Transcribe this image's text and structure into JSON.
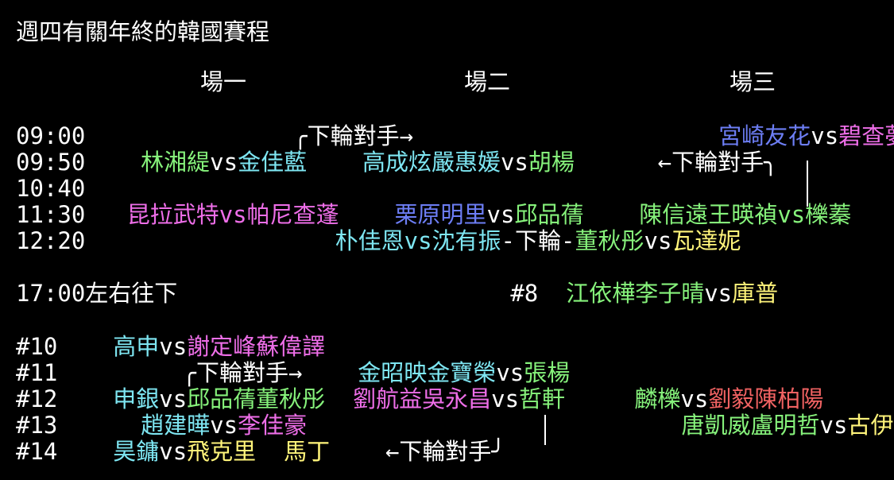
{
  "colors": {
    "white": "#ffffff",
    "green": "#86f27b",
    "cyan": "#7ee6f2",
    "blue": "#6d7ef5",
    "magenta": "#ee6ee8",
    "yellow": "#fff47a",
    "red": "#f06262"
  },
  "title": "週四有關年終的韓國賽程",
  "headers": [
    "場一",
    "場二",
    "場三"
  ],
  "lines": [
    {
      "segs": [
        {
          "t": "09:00",
          "c": "white"
        },
        {
          "t": "               ",
          "c": "white"
        },
        {
          "t": "╭下輪對手→",
          "c": "white"
        },
        {
          "t": "                      ",
          "c": "white"
        },
        {
          "t": "宮崎友花",
          "c": "blue"
        },
        {
          "t": "vs",
          "c": "white"
        },
        {
          "t": "碧查夢",
          "c": "magenta"
        }
      ]
    },
    {
      "segs": [
        {
          "t": "09:50",
          "c": "white"
        },
        {
          "t": "    ",
          "c": "white"
        },
        {
          "t": "林湘緹",
          "c": "green"
        },
        {
          "t": "vs",
          "c": "white"
        },
        {
          "t": "金佳藍",
          "c": "cyan"
        },
        {
          "t": "    ",
          "c": "white"
        },
        {
          "t": "高成炫嚴惠媛",
          "c": "cyan"
        },
        {
          "t": "vs",
          "c": "white"
        },
        {
          "t": "胡楊",
          "c": "green"
        },
        {
          "t": "      ",
          "c": "white"
        },
        {
          "t": "←下輪對手╮",
          "c": "white"
        }
      ]
    },
    {
      "segs": [
        {
          "t": "10:40",
          "c": "white"
        }
      ]
    },
    {
      "segs": [
        {
          "t": "11:30",
          "c": "white"
        },
        {
          "t": "   ",
          "c": "white"
        },
        {
          "t": "昆拉武特",
          "c": "magenta"
        },
        {
          "t": "vs",
          "c": "magenta"
        },
        {
          "t": "帕尼查蓬",
          "c": "magenta"
        },
        {
          "t": "    ",
          "c": "white"
        },
        {
          "t": "栗原明里",
          "c": "blue"
        },
        {
          "t": "vs",
          "c": "white"
        },
        {
          "t": "邱品蒨",
          "c": "green"
        },
        {
          "t": "    ",
          "c": "white"
        },
        {
          "t": "陳信遠王暎禎",
          "c": "green"
        },
        {
          "t": "vs",
          "c": "green"
        },
        {
          "t": "櫟蓁",
          "c": "green"
        }
      ]
    },
    {
      "segs": [
        {
          "t": "12:20",
          "c": "white"
        },
        {
          "t": "                  ",
          "c": "white"
        },
        {
          "t": "朴佳恩",
          "c": "cyan"
        },
        {
          "t": "vs",
          "c": "cyan"
        },
        {
          "t": "沈有振",
          "c": "cyan"
        },
        {
          "t": "-下輪-",
          "c": "white"
        },
        {
          "t": "董秋彤",
          "c": "green"
        },
        {
          "t": "vs",
          "c": "white"
        },
        {
          "t": "瓦達妮",
          "c": "yellow"
        }
      ]
    },
    {
      "segs": [
        {
          "t": "",
          "c": "white"
        }
      ]
    },
    {
      "segs": [
        {
          "t": "17:00左右往下",
          "c": "white"
        },
        {
          "t": "                        ",
          "c": "white"
        },
        {
          "t": "#8",
          "c": "white"
        },
        {
          "t": "  ",
          "c": "white"
        },
        {
          "t": "江依樺李子晴",
          "c": "green"
        },
        {
          "t": "vs",
          "c": "white"
        },
        {
          "t": "庫普",
          "c": "yellow"
        }
      ]
    },
    {
      "segs": [
        {
          "t": "",
          "c": "white"
        }
      ]
    },
    {
      "segs": [
        {
          "t": "#10",
          "c": "white"
        },
        {
          "t": "    ",
          "c": "white"
        },
        {
          "t": "高申",
          "c": "cyan"
        },
        {
          "t": "vs",
          "c": "white"
        },
        {
          "t": "謝定峰蘇偉譯",
          "c": "magenta"
        }
      ]
    },
    {
      "segs": [
        {
          "t": "#11",
          "c": "white"
        },
        {
          "t": "         ",
          "c": "white"
        },
        {
          "t": "╭下輪對手→",
          "c": "white"
        },
        {
          "t": "    ",
          "c": "white"
        },
        {
          "t": "金昭映金寶榮",
          "c": "cyan"
        },
        {
          "t": "vs",
          "c": "white"
        },
        {
          "t": "張楊",
          "c": "green"
        }
      ]
    },
    {
      "segs": [
        {
          "t": "#12",
          "c": "white"
        },
        {
          "t": "    ",
          "c": "white"
        },
        {
          "t": "申銀",
          "c": "cyan"
        },
        {
          "t": "vs",
          "c": "white"
        },
        {
          "t": "邱品蒨董秋彤",
          "c": "green"
        },
        {
          "t": "  ",
          "c": "white"
        },
        {
          "t": "劉航益吳永昌",
          "c": "magenta"
        },
        {
          "t": "vs",
          "c": "white"
        },
        {
          "t": "哲軒",
          "c": "green"
        },
        {
          "t": "     ",
          "c": "white"
        },
        {
          "t": "麟櫟",
          "c": "green"
        },
        {
          "t": "vs",
          "c": "white"
        },
        {
          "t": "劉毅陳柏陽",
          "c": "red"
        }
      ]
    },
    {
      "segs": [
        {
          "t": "#13",
          "c": "white"
        },
        {
          "t": "      ",
          "c": "white"
        },
        {
          "t": "趙建曄",
          "c": "cyan"
        },
        {
          "t": "vs",
          "c": "white"
        },
        {
          "t": "李佳豪",
          "c": "magenta"
        },
        {
          "t": "                           ",
          "c": "white"
        },
        {
          "t": "唐凱威盧明哲",
          "c": "green"
        },
        {
          "t": "vs",
          "c": "white"
        },
        {
          "t": "古伊",
          "c": "yellow"
        }
      ]
    },
    {
      "segs": [
        {
          "t": "#14",
          "c": "white"
        },
        {
          "t": "    ",
          "c": "white"
        },
        {
          "t": "昊鏞",
          "c": "cyan"
        },
        {
          "t": "vs",
          "c": "white"
        },
        {
          "t": "飛克里",
          "c": "yellow"
        },
        {
          "t": "  ",
          "c": "white"
        },
        {
          "t": "馬丁",
          "c": "yellow"
        },
        {
          "t": "    ",
          "c": "white"
        },
        {
          "t": "←下輪對手╯",
          "c": "white"
        }
      ]
    }
  ]
}
